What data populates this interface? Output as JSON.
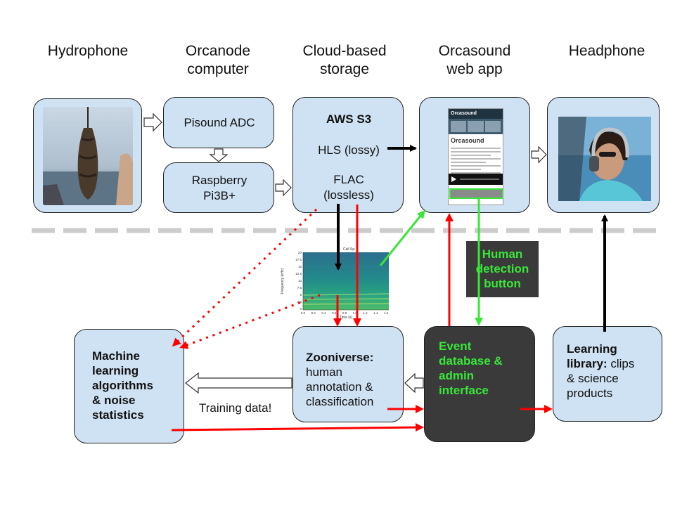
{
  "headers": {
    "hydrophone": "Hydrophone",
    "orcanode_1": "Orcanode",
    "orcanode_2": "computer",
    "cloud_1": "Cloud-based",
    "cloud_2": "storage",
    "webapp_1": "Orcasound",
    "webapp_2": "web app",
    "headphone": "Headphone"
  },
  "boxes": {
    "pisound": "Pisound ADC",
    "raspberry_1": "Raspberry",
    "raspberry_2": "Pi3B+",
    "s3_title": "AWS S3",
    "hls": "HLS (lossy)",
    "flac_1": "FLAC",
    "flac_2": "(lossless)",
    "ml_1": "Machine",
    "ml_2": "learning",
    "ml_3": "algorithms",
    "ml_4": "& noise",
    "ml_5": "statistics",
    "zoo_bold": "Zooniverse:",
    "zoo_1": "human",
    "zoo_2": "annotation &",
    "zoo_3": "classification",
    "event_1": "Event",
    "event_2": "database &",
    "event_3": "admin",
    "event_4": "interface",
    "learn_bold_1": "Learning",
    "learn_bold_2": "library:",
    "learn_rest_1": " clips",
    "learn_rest_2": "& science",
    "learn_rest_3": "products"
  },
  "detection": {
    "line1": "Human",
    "line2": "detection",
    "line3": "button"
  },
  "training_label": "Training data!",
  "app_screen": {
    "brand": "Orcasound",
    "heading": "Orcasound"
  },
  "spectrogram": {
    "title": "Call Sp",
    "ylabel": "Frequency (kHz)",
    "xlabel": "Time (s)",
    "yticks": [
      "20",
      "17.5",
      "15",
      "12.5",
      "10",
      "7.5",
      "5",
      "2.5",
      "0"
    ],
    "xticks": [
      "0.0",
      "0.2",
      "0.4",
      "0.6",
      "0.8",
      "1.0",
      "1.2",
      "1.4",
      "1.6"
    ]
  },
  "colors": {
    "box_fill": "#cfe2f3",
    "dark_fill": "#3a3a3a",
    "red": "#ff0000",
    "green": "#39e639",
    "black": "#000000"
  }
}
